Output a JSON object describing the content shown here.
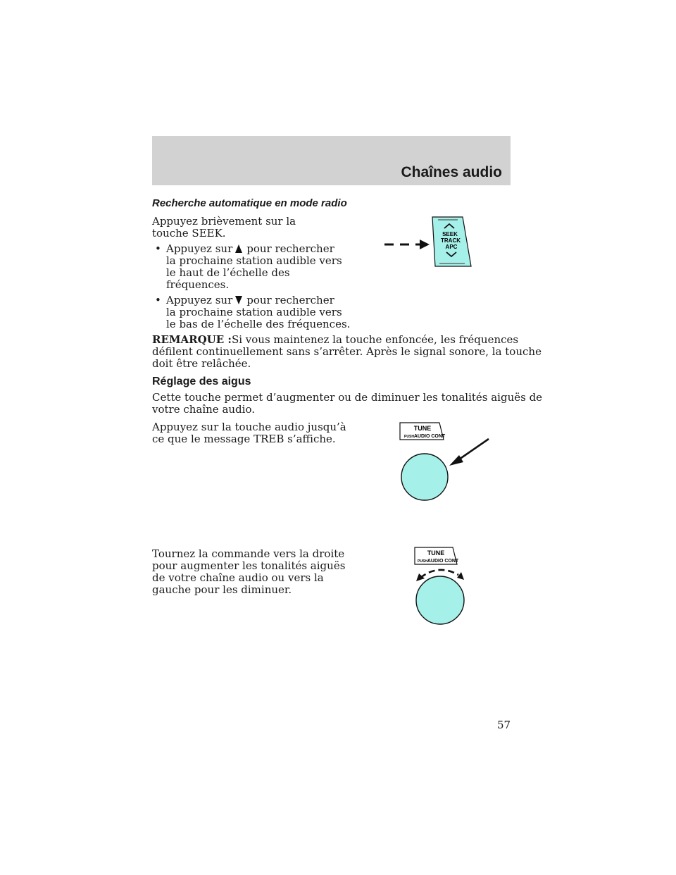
{
  "header": {
    "section_title": "Chaînes audio"
  },
  "seek": {
    "heading": "Recherche automatique en mode radio",
    "intro_line1": "Appuyez brièvement sur la",
    "intro_line2": "touche SEEK.",
    "bullet_symbol": "•",
    "bullet1": {
      "prefix": "Appuyez sur",
      "suffix": "pour rechercher",
      "line2": "la prochaine station audible vers",
      "line3": "le haut de l’échelle des",
      "line4": "fréquences."
    },
    "bullet2": {
      "prefix": "Appuyez sur",
      "suffix": "pour rechercher",
      "line2": "la prochaine station audible vers",
      "line3": "le bas de l’échelle des fréquences."
    },
    "note_label": "REMARQUE :",
    "note_line1": "Si vous maintenez la touche enfoncée, les fréquences",
    "note_line2": "défilent continuellement sans s’arrêter. Après le signal sonore, la touche",
    "note_line3": "doit être relâchée.",
    "button": {
      "line1": "SEEK",
      "line2": "TRACK",
      "line3": "APC"
    }
  },
  "treble": {
    "heading": "Réglage des aigus",
    "desc_line1": "Cette touche permet d’augmenter ou de diminuer les tonalités aiguës de",
    "desc_line2": "votre chaîne audio.",
    "step1_line1": "Appuyez sur la touche audio jusqu’à",
    "step1_line2": "ce que le message TREB s’affiche.",
    "step2_line1": "Tournez la commande vers la droite",
    "step2_line2": "pour augmenter les tonalités aiguës",
    "step2_line3": "de votre chaîne audio ou vers la",
    "step2_line4": "gauche pour les diminuer.",
    "knob_label": {
      "tune": "TUNE",
      "push": "PUSH",
      "audio": "AUDIO CONT"
    }
  },
  "colors": {
    "header_band": "#d2d2d2",
    "button_fill": "#a6f0ea",
    "knob_fill": "#a6f0ea"
  },
  "footer": {
    "page_number": "57"
  }
}
